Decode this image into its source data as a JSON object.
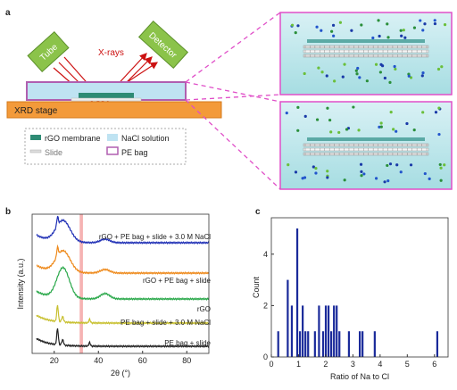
{
  "panel_a": {
    "label": "a",
    "tube": "Tube",
    "detector": "Detector",
    "xrays": "X-rays",
    "stage": "XRD stage",
    "legend": [
      {
        "name": "rGO membrane",
        "color": "#2e8b74"
      },
      {
        "name": "NaCl solution",
        "color": "#bfe3f2"
      },
      {
        "name": "Slide",
        "color": "#dddddd"
      },
      {
        "name": "PE bag",
        "color": "#b05fb0"
      }
    ]
  },
  "chart_data": [
    {
      "type": "line",
      "label": "b",
      "xlabel": "2θ (°)",
      "ylabel": "Intensity (a.u.)",
      "xlim": [
        10,
        90
      ],
      "xticks": [
        20,
        40,
        60,
        80
      ],
      "highlight_band": [
        31.5,
        33
      ],
      "series": [
        {
          "name": "rGO + PE bag + slide + 3.0 M NaCl",
          "color": "#1f2fb5",
          "offset": 4
        },
        {
          "name": "rGO + PE bag + slide",
          "color": "#ee8a1c",
          "offset": 3
        },
        {
          "name": "rGO",
          "color": "#2aa84a",
          "offset": 2
        },
        {
          "name": "PE bag + slide + 3.0 M NaCl",
          "color": "#c8c030",
          "offset": 1
        },
        {
          "name": "PE bag + slide",
          "color": "#222222",
          "offset": 0
        }
      ]
    },
    {
      "type": "bar",
      "label": "c",
      "xlabel": "Ratio of Na to Cl",
      "ylabel": "Count",
      "xlim": [
        0,
        6.5
      ],
      "ylim": [
        0,
        5
      ],
      "xticks": [
        0,
        1,
        2,
        3,
        4,
        5,
        6
      ],
      "yticks": [
        0,
        2,
        4
      ],
      "color": "#1a2a9a",
      "x": [
        0.25,
        0.6,
        0.75,
        0.95,
        1.05,
        1.15,
        1.25,
        1.35,
        1.6,
        1.75,
        1.9,
        2.0,
        2.1,
        2.2,
        2.3,
        2.4,
        2.5,
        2.85,
        3.25,
        3.35,
        3.8,
        6.1
      ],
      "values": [
        1,
        3,
        2,
        5,
        1,
        2,
        1,
        1,
        1,
        2,
        1,
        2,
        2,
        1,
        2,
        2,
        1,
        1,
        1,
        1,
        1,
        1
      ]
    }
  ]
}
